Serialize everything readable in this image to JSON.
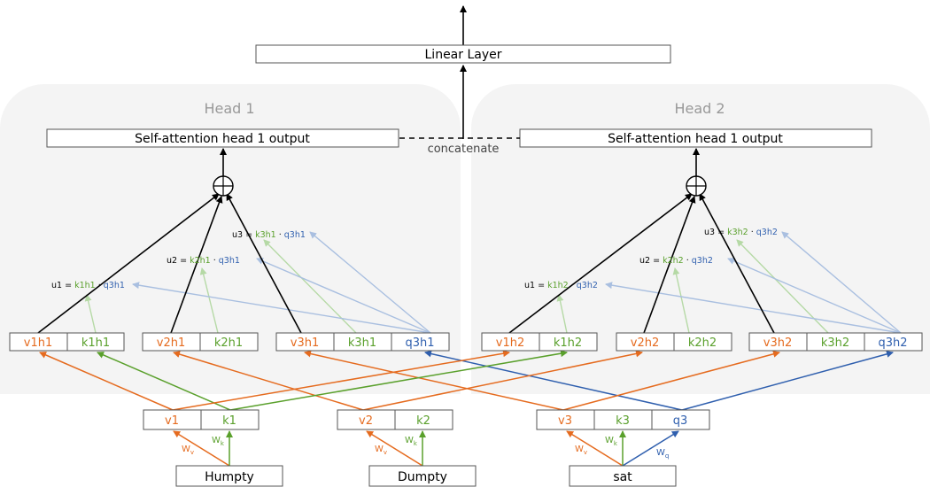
{
  "linear_layer": "Linear Layer",
  "concatenate": "concatenate",
  "heads": [
    {
      "title": "Head 1",
      "output": "Self-attention head 1 output",
      "vectors": [
        "v1h1",
        "k1h1",
        "v2h1",
        "k2h1",
        "v3h1",
        "k3h1",
        "q3h1"
      ],
      "scores": [
        {
          "lhs": "u1 = ",
          "k": "k1h1",
          "dot": " · ",
          "q": "q3h1"
        },
        {
          "lhs": "u2 = ",
          "k": "k2h1",
          "dot": " · ",
          "q": "q3h1"
        },
        {
          "lhs": "u3 = ",
          "k": "k3h1",
          "dot": " · ",
          "q": "q3h1"
        }
      ]
    },
    {
      "title": "Head 2",
      "output": "Self-attention head 1 output",
      "vectors": [
        "v1h2",
        "k1h2",
        "v2h2",
        "k2h2",
        "v3h2",
        "k3h2",
        "q3h2"
      ],
      "scores": [
        {
          "lhs": "u1 = ",
          "k": "k1h2",
          "dot": " · ",
          "q": "q3h2"
        },
        {
          "lhs": "u2 = ",
          "k": "k2h2",
          "dot": " · ",
          "q": "q3h2"
        },
        {
          "lhs": "u3 = ",
          "k": "k3h2",
          "dot": " · ",
          "q": "q3h2"
        }
      ]
    }
  ],
  "tokens": [
    {
      "word": "Humpty",
      "vectors": [
        "v1",
        "k1"
      ],
      "weights": [
        "W",
        "W"
      ],
      "subs": [
        "v",
        "k"
      ]
    },
    {
      "word": "Dumpty",
      "vectors": [
        "v2",
        "k2"
      ],
      "weights": [
        "W",
        "W"
      ],
      "subs": [
        "v",
        "k"
      ]
    },
    {
      "word": "sat",
      "vectors": [
        "v3",
        "k3",
        "q3"
      ],
      "weights": [
        "W",
        "W",
        "W"
      ],
      "subs": [
        "v",
        "k",
        "q"
      ]
    }
  ],
  "colors": {
    "value": "#e56b1f",
    "key": "#5aa02c",
    "query": "#2f5fae",
    "key_light": "#b5d9a5",
    "query_light": "#a9bfe0",
    "panel": "#f4f4f4",
    "text_gray": "#999999",
    "ink": "#000000"
  }
}
